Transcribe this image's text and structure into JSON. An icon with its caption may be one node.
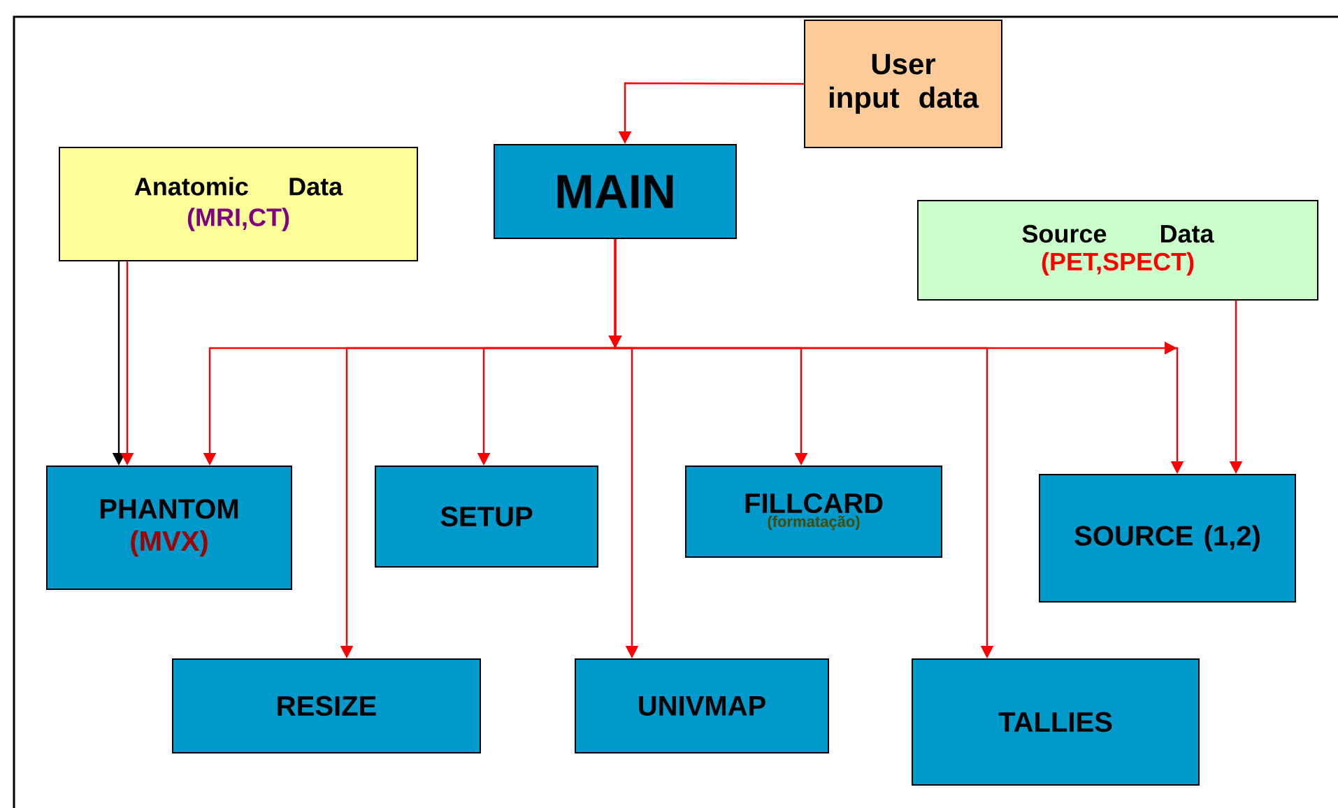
{
  "diagram": {
    "nodes": [
      {
        "text": [
          "User input data"
        ]
      },
      {
        "text": [
          "Anatomic  Data",
          "(MRI,CT)"
        ]
      },
      {
        "text": [
          "MAIN"
        ]
      },
      {
        "text": [
          "Source Data",
          "(PET,SPECT)"
        ]
      },
      {
        "text": [
          "PHANTOM",
          "(MVX)"
        ]
      },
      {
        "text": [
          "SETUP"
        ]
      },
      {
        "text": [
          "FILLCARD",
          "(formatação)"
        ]
      },
      {
        "text": [
          "SOURCE (1,2)"
        ]
      },
      {
        "text": [
          "RESIZE"
        ]
      },
      {
        "text": [
          "UNIVMAP"
        ]
      },
      {
        "text": [
          "TALLIES"
        ]
      }
    ],
    "edges": [
      {
        "from": 0,
        "to": 2,
        "arrow": "to"
      },
      {
        "from": 1,
        "to": 4,
        "arrow": "to",
        "color": "#000000"
      },
      {
        "from": 1,
        "to": 4,
        "arrow": "to"
      },
      {
        "from": 2,
        "to": 4,
        "arrow": "to"
      },
      {
        "from": 2,
        "to": 8,
        "arrow": "to"
      },
      {
        "from": 2,
        "to": 5,
        "arrow": "to"
      },
      {
        "from": 2,
        "to": 9,
        "arrow": "to"
      },
      {
        "from": 2,
        "to": 6,
        "arrow": "to"
      },
      {
        "from": 2,
        "to": 10,
        "arrow": "to"
      },
      {
        "from": 2,
        "to": 7,
        "arrow": "to"
      },
      {
        "from": 3,
        "to": 7,
        "arrow": "to"
      }
    ]
  }
}
